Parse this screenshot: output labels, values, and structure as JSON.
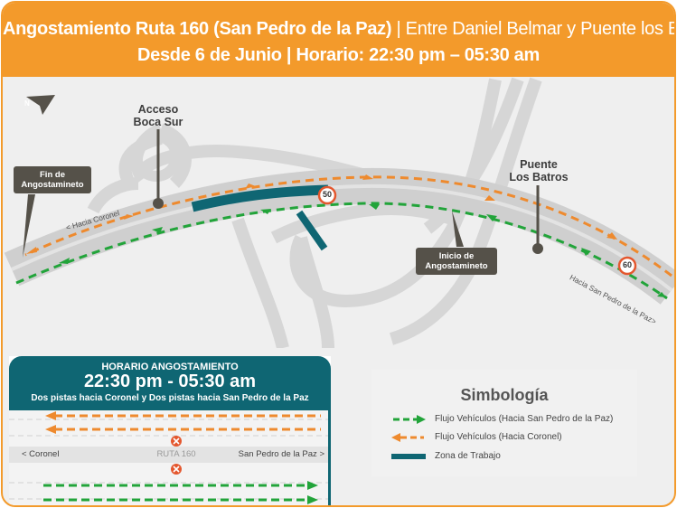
{
  "header": {
    "title_main": "Angostamiento Ruta 160 (San Pedro de la Paz)",
    "title_sep": " | ",
    "title_sub": "Entre Daniel Belmar y Puente los Batros",
    "line2": "Desde 6 de Junio | Horario: 22:30 pm – 05:30 am"
  },
  "map": {
    "compass": "N",
    "acceso_line1": "Acceso",
    "acceso_line2": "Boca Sur",
    "puente_line1": "Puente",
    "puente_line2": "Los Batros",
    "fin_line1": "Fin de",
    "fin_line2": "Angostamineto",
    "inicio_line1": "Inicio de",
    "inicio_line2": "Angostamineto",
    "hacia_coronel": "< Hacia Coronel",
    "hacia_sanpedro": "Hacia San Pedro de la Paz>",
    "speed_a": "50",
    "speed_b": "60"
  },
  "schedule": {
    "title": "HORARIO ANGOSTAMIENTO",
    "time": "22:30 pm - 05:30 am",
    "description": "Dos pistas hacia Coronel y Dos pistas hacia San Pedro de la Paz",
    "left_label": "< Coronel",
    "center_label": "RUTA 160",
    "right_label": "San Pedro de la Paz >"
  },
  "legend": {
    "title": "Simbología",
    "items": [
      {
        "label": "Flujo Vehículos (Hacia San Pedro de la Paz)",
        "color": "#22a43a"
      },
      {
        "label": "Flujo Vehículos (Hacia Coronel)",
        "color": "#ee8a2e"
      },
      {
        "label": "Zona de Trabajo",
        "color": "#0f6673"
      }
    ]
  },
  "colors": {
    "orange": "#f39a2b",
    "teal": "#0f6673",
    "green": "#22a43a",
    "road": "#cfcfcf"
  }
}
